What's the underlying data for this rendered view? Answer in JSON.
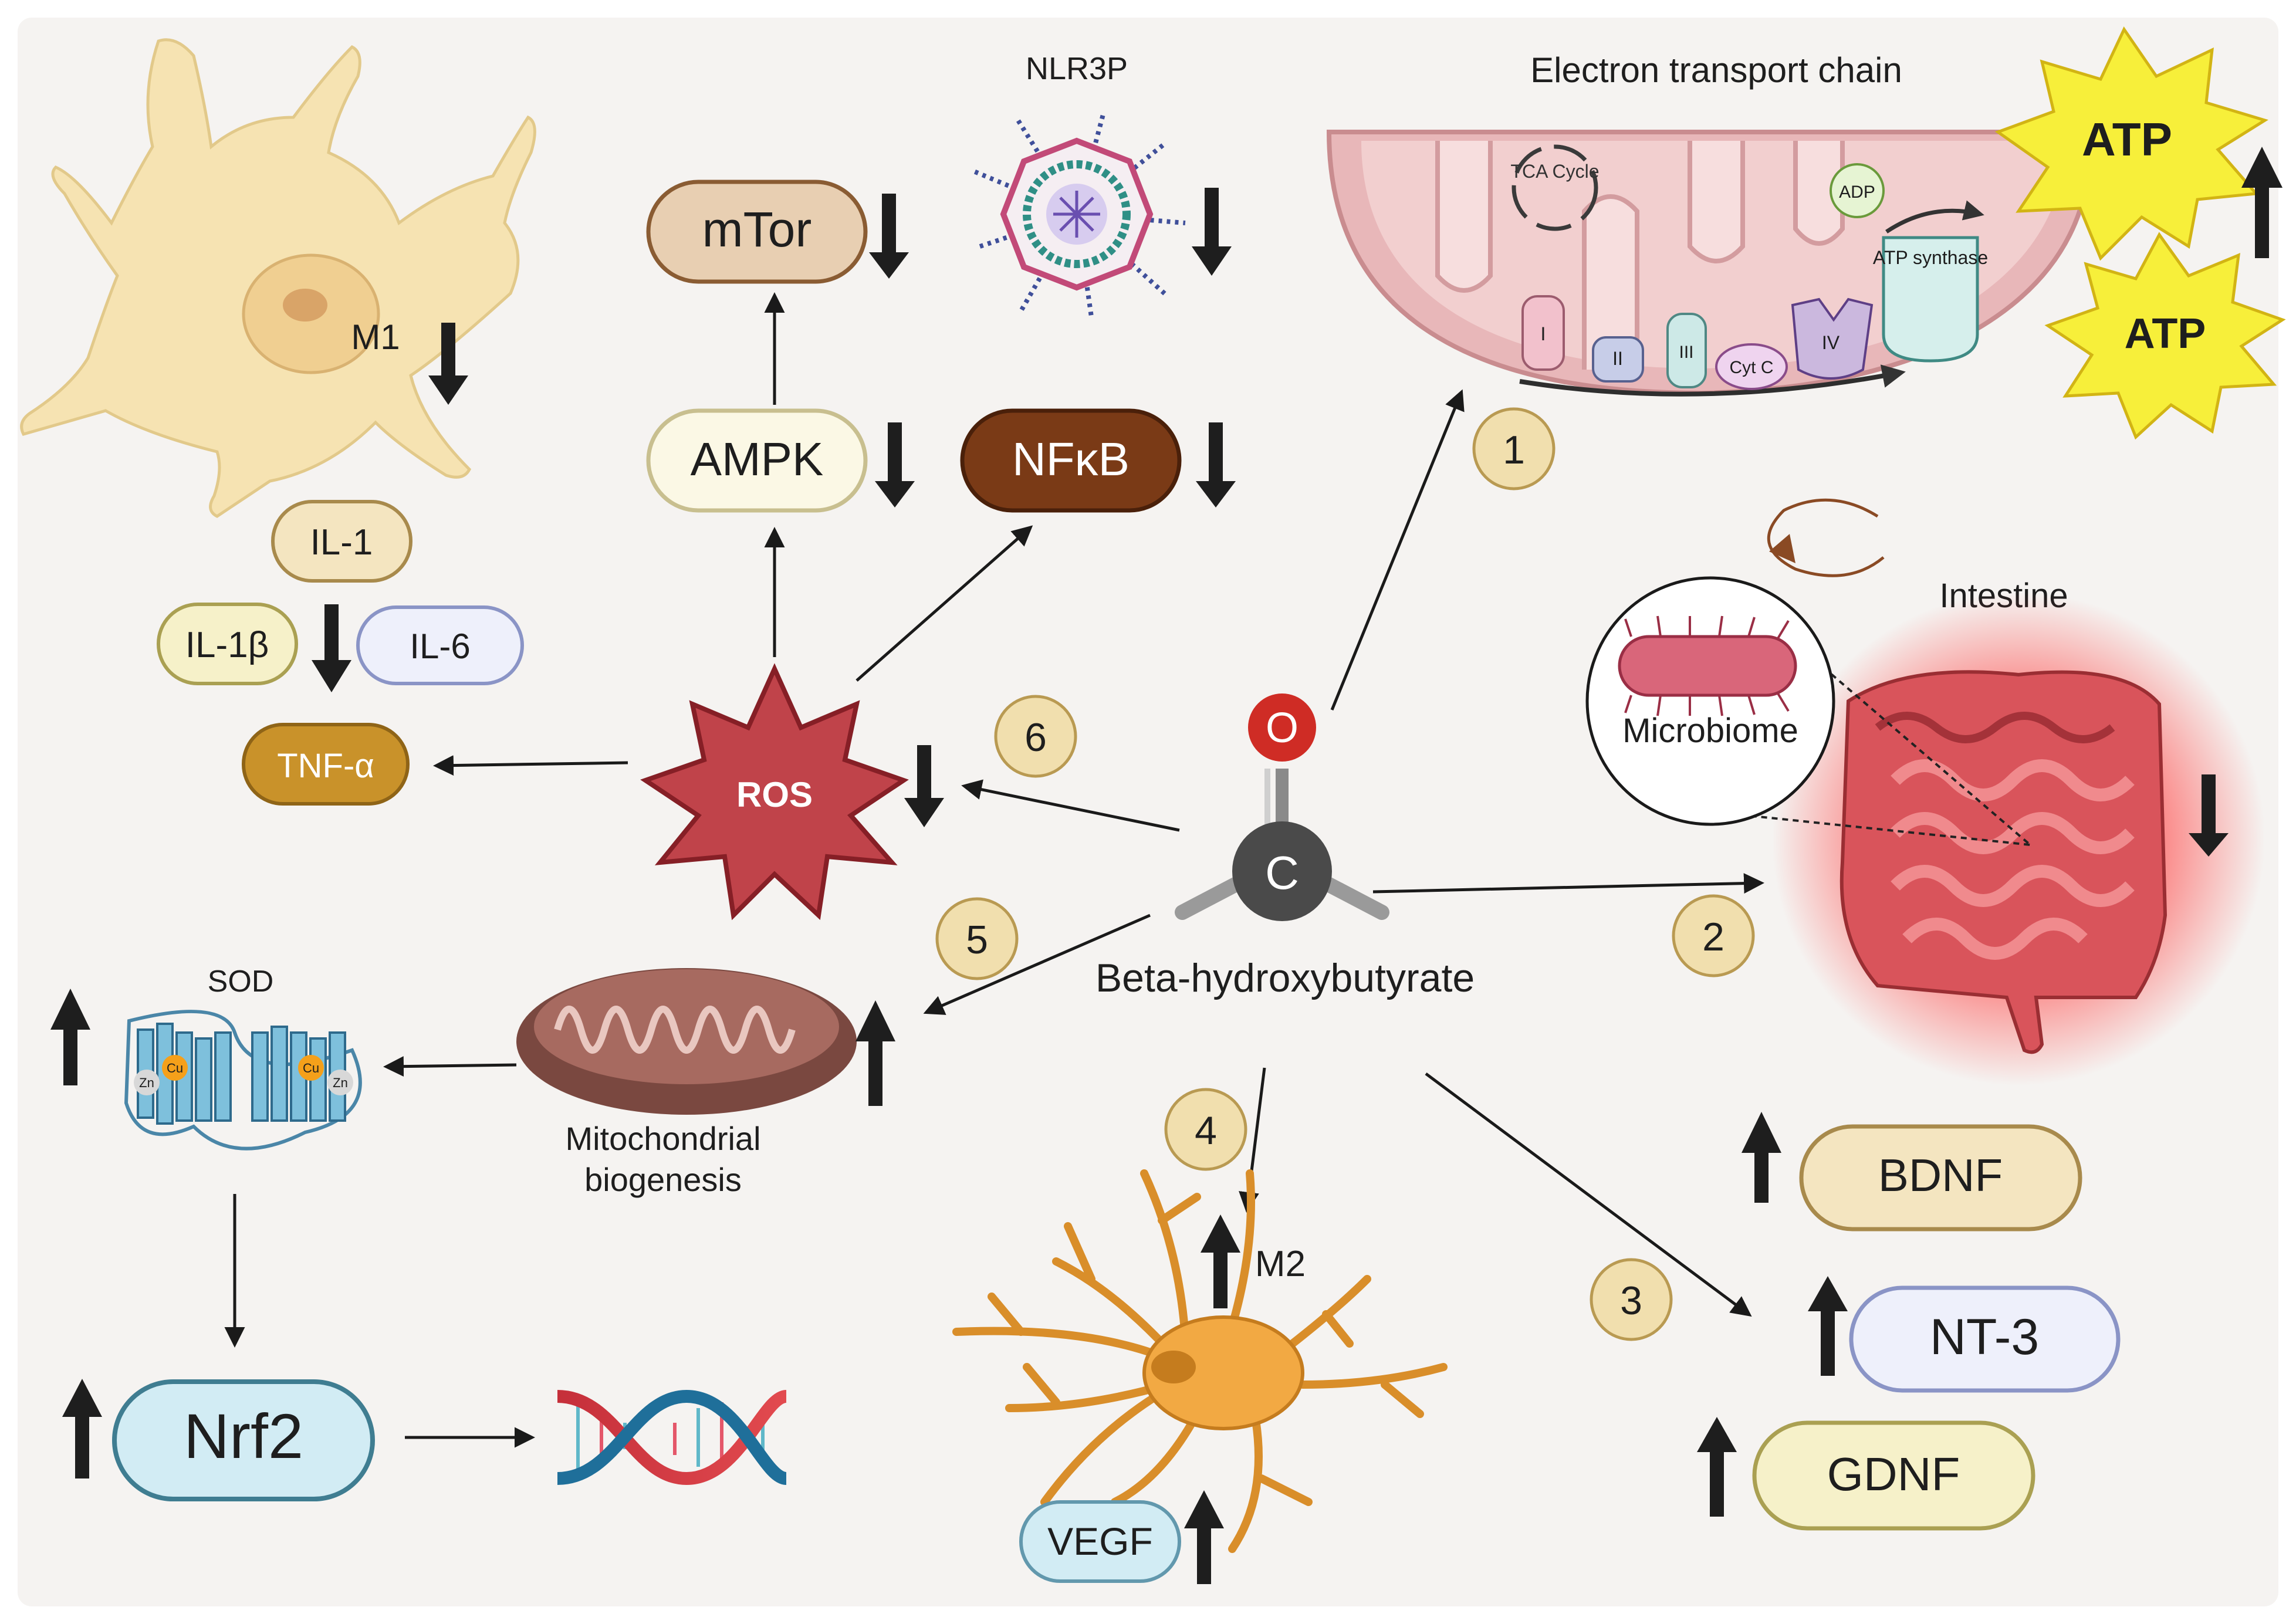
{
  "center": {
    "label": "Beta-hydroxybutyrate",
    "atom_o": "O",
    "atom_c": "C"
  },
  "steps": {
    "s1": "1",
    "s2": "2",
    "s3": "3",
    "s4": "4",
    "s5": "5",
    "s6": "6"
  },
  "etc": {
    "title": "Electron transport chain",
    "tca": "TCA Cycle",
    "complex_1": "I",
    "complex_2": "II",
    "complex_3": "III",
    "complex_4": "IV",
    "cytc": "Cyt C",
    "adp": "ADP",
    "atp_synthase": "ATP synthase",
    "atp_1": "ATP",
    "atp_2": "ATP"
  },
  "gut": {
    "intestine": "Intestine",
    "microbiome": "Microbiome"
  },
  "neurotrophic": {
    "bdnf": "BDNF",
    "nt3": "NT-3",
    "gdnf": "GDNF"
  },
  "inflammation": {
    "nlrp3": "NLR3P",
    "mtor": "mTor",
    "ampk": "AMPK",
    "nfkb": "NFκB",
    "ros": "ROS",
    "m1": "M1",
    "il1": "IL-1",
    "il1b": "IL-1β",
    "il6": "IL-6",
    "tnfa": "TNF-α"
  },
  "mito": {
    "label_1": "Mitochondrial",
    "label_2": "biogenesis",
    "sod": "SOD",
    "zn": "Zn",
    "cu": "Cu",
    "nrf2": "Nrf2"
  },
  "microglia": {
    "m2": "M2",
    "vegf": "VEGF"
  },
  "colors": {
    "background": "#f5f3f1",
    "pill_brown": "#e8cfb2",
    "pill_dark": "#7a3a16",
    "pill_gold": "#c9922a",
    "ros_red": "#c0434a",
    "atp_yellow": "#f7ef3a",
    "nrf2_blue": "#d2ecf4"
  }
}
